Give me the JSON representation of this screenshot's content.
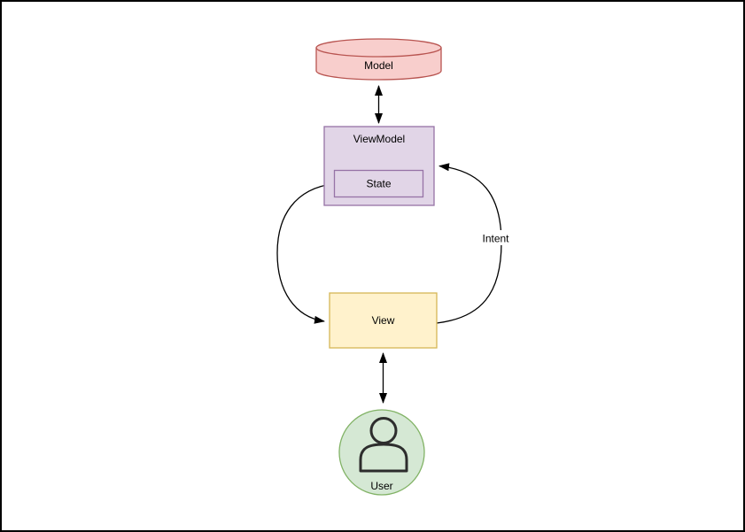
{
  "canvas": {
    "background": "#ffffff",
    "border_color": "#000000"
  },
  "nodes": {
    "model": {
      "label": "Model",
      "shape": "cylinder",
      "fill": "#f8cecc",
      "stroke": "#b85450"
    },
    "viewmodel": {
      "label": "ViewModel",
      "shape": "rectangle",
      "fill": "#e1d5e7",
      "stroke": "#9673a6"
    },
    "state": {
      "label": "State",
      "shape": "rectangle",
      "fill": "#e1d5e7",
      "stroke": "#9673a6"
    },
    "view": {
      "label": "View",
      "shape": "rectangle",
      "fill": "#fff2cc",
      "stroke": "#d6b656"
    },
    "user": {
      "label": "User",
      "shape": "circle",
      "icon": "person-icon",
      "fill": "#d5e8d4",
      "stroke": "#82b366"
    }
  },
  "edges": {
    "model_viewmodel": {
      "type": "bidirectional-arrow"
    },
    "state_view": {
      "type": "arrow"
    },
    "view_viewmodel": {
      "type": "arrow",
      "label": "Intent"
    },
    "view_user": {
      "type": "bidirectional-arrow"
    },
    "color": "#000000"
  }
}
